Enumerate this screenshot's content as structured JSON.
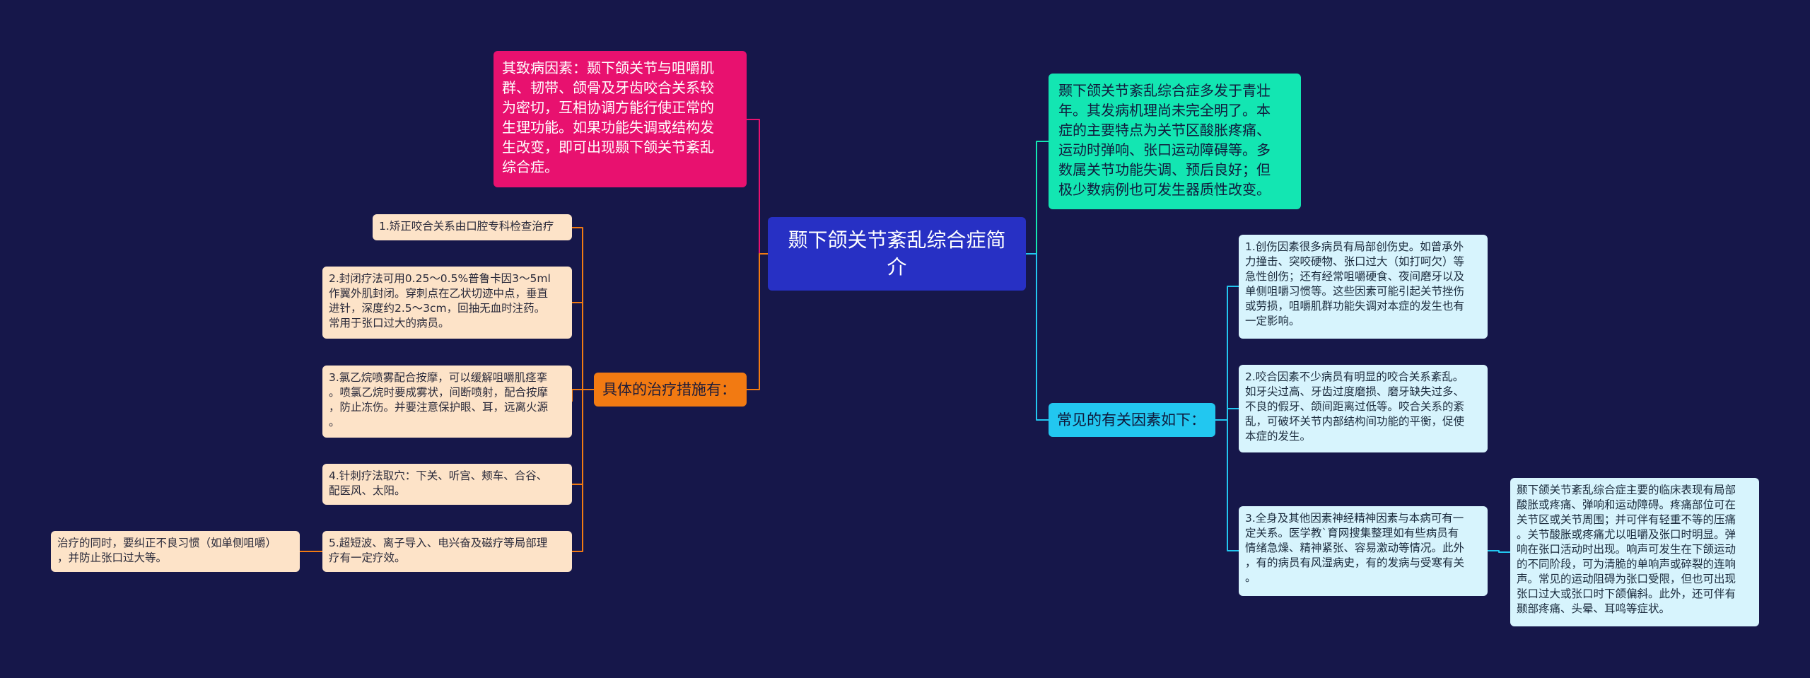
{
  "colors": {
    "background": "#16174a",
    "root": "#2730c4",
    "magenta": "#e8116f",
    "teal": "#13e6b2",
    "orange": "#f27a12",
    "cyan": "#22c7f0",
    "leaf_orange": "#fde3c8",
    "leaf_cyan": "#d7f4fd"
  },
  "root": {
    "label": "颞下颌关节紊乱综合症简\n介"
  },
  "left": {
    "cause": {
      "text": "其致病因素：颞下颌关节与咀嚼肌\n群、韧带、颌骨及牙齿咬合关系较\n为密切，互相协调方能行使正常的\n生理功能。如果功能失调或结构发\n生改变，即可出现颞下颌关节紊乱\n综合症。"
    },
    "treatment": {
      "label": "具体的治疗措施有：",
      "items": [
        "1.矫正咬合关系由口腔专科检查治疗",
        "2.封闭疗法可用0.25～0.5%普鲁卡因3～5ml\n作翼外肌封闭。穿刺点在乙状切迹中点，垂直\n进针，深度约2.5～3cm，回抽无血时注药。\n常用于张口过大的病员。",
        "3.氯乙烷喷雾配合按摩，可以缓解咀嚼肌痉挛\n。喷氯乙烷时要成雾状，间断喷射，配合按摩\n，防止冻伤。并要注意保护眼、耳，远离火源\n。",
        "4.针刺疗法取穴：下关、听宫、颊车、合谷、\n配医风、太阳。",
        "5.超短波、离子导入、电兴奋及磁疗等局部理\n疗有一定疗效。"
      ],
      "note": "治疗的同时，要纠正不良习惯（如单侧咀嚼）\n，并防止张口过大等。"
    }
  },
  "right": {
    "intro": {
      "text": "颞下颌关节紊乱综合症多发于青壮\n年。其发病机理尚未完全明了。本\n症的主要特点为关节区酸胀疼痛、\n运动时弹响、张口运动障碍等。多\n数属关节功能失调、预后良好；但\n极少数病例也可发生器质性改变。"
    },
    "factors": {
      "label": "常见的有关因素如下：",
      "items": [
        "1.创伤因素很多病员有局部创伤史。如曾承外\n力撞击、突咬硬物、张口过大（如打呵欠）等\n急性创伤；还有经常咀嚼硬食、夜间磨牙以及\n单侧咀嚼习惯等。这些因素可能引起关节挫伤\n或劳损，咀嚼肌群功能失调对本症的发生也有\n一定影响。",
        "2.咬合因素不少病员有明显的咬合关系紊乱。\n如牙尖过高、牙齿过度磨损、磨牙缺失过多、\n不良的假牙、颌间距离过低等。咬合关系的紊\n乱，可破坏关节内部结构间功能的平衡，促使\n本症的发生。",
        "3.全身及其他因素神经精神因素与本病可有一\n定关系。医学教`育网搜集整理如有些病员有\n情绪急燥、精神紧张、容易激动等情况。此外\n，有的病员有风湿病史，有的发病与受寒有关\n。"
      ],
      "note": "颞下颌关节紊乱综合症主要的临床表现有局部\n酸胀或疼痛、弹响和运动障碍。疼痛部位可在\n关节区或关节周围；并可伴有轻重不等的压痛\n。关节酸胀或疼痛尤以咀嚼及张口时明显。弹\n响在张口活动时出现。响声可发生在下颌运动\n的不同阶段，可为清脆的单响声或碎裂的连响\n声。常见的运动阻碍为张口受限，但也可出现\n张口过大或张口时下颌偏斜。此外，还可伴有\n颞部疼痛、头晕、耳鸣等症状。"
    }
  }
}
